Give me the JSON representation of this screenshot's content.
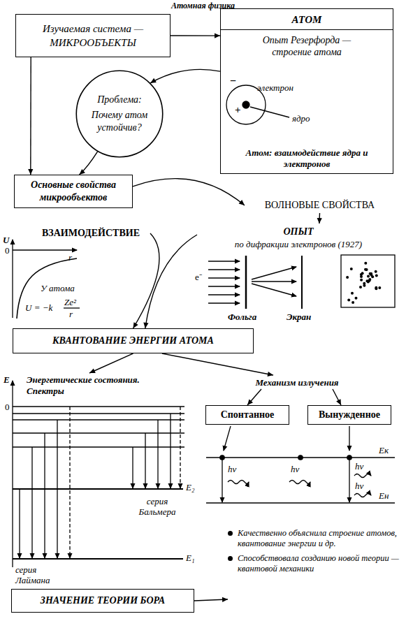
{
  "diagram": {
    "title": "Атомная физика",
    "nodes": [
      {
        "text": [
          "Изучаемая система — МИКРООБЪЕКТЫ"
        ]
      },
      {
        "text": [
          "АТОМ",
          "Опыт Резерфорда — строение атома",
          "Атом: взаимодействие ядра и электронов"
        ]
      },
      {
        "text": [
          "Проблема:",
          "Почему атом устойчив?"
        ]
      },
      {
        "text": [
          "Основные свойства микрообъектов"
        ]
      },
      {
        "text": [
          "ВОЛНОВЫЕ СВОЙСТВА"
        ]
      },
      {
        "text": [
          "ВЗАИМОДЕЙСТВИЕ"
        ]
      },
      {
        "text": [
          "ОПЫТ",
          "по дифракции электронов (1927)"
        ]
      },
      {
        "text": [
          "КВАНТОВАНИЕ ЭНЕРГИИ АТОМА"
        ]
      },
      {
        "text": [
          "Энергетические состояния. Спектры"
        ]
      },
      {
        "text": [
          "Механизм излучения"
        ]
      },
      {
        "text": [
          "Спонтанное"
        ]
      },
      {
        "text": [
          "Вынужденное"
        ]
      },
      {
        "text": [
          "ЗНАЧЕНИЕ ТЕОРИИ БОРА"
        ]
      },
      {
        "text": [
          "Качественно объяснила строение атомов, квантование энергии и др.",
          "Способствовала созданию новой теории — квантовой механики"
        ]
      }
    ],
    "edges": [
      {
        "from": 0,
        "to": 1,
        "arrow": "to"
      },
      {
        "from": 1,
        "to": 2,
        "arrow": "to"
      },
      {
        "from": 0,
        "to": 3,
        "arrow": "to"
      },
      {
        "from": 2,
        "to": 3,
        "arrow": "to"
      },
      {
        "from": 3,
        "to": 4,
        "arrow": "to"
      },
      {
        "from": 4,
        "to": 6,
        "arrow": "to"
      },
      {
        "from": 5,
        "to": 7,
        "arrow": "to"
      },
      {
        "from": 6,
        "to": 7,
        "arrow": "to"
      },
      {
        "from": 7,
        "to": 8,
        "arrow": "to"
      },
      {
        "from": 7,
        "to": 9,
        "arrow": "to"
      },
      {
        "from": 9,
        "to": 10,
        "arrow": "to"
      },
      {
        "from": 9,
        "to": 11,
        "arrow": "to"
      },
      {
        "from": 12,
        "to": 13,
        "arrow": "to"
      }
    ],
    "labels": [
      "−",
      "электрон",
      "+",
      "ядро",
      "U",
      "0",
      "r",
      "У атома",
      "U = −k",
      "Ze²",
      "r",
      "e⁻",
      "Фольга",
      "Экран",
      "E",
      "0",
      "серия Бальмера",
      "E₂",
      "серия Лаймана",
      "E₁",
      "Eк",
      "Eн",
      "hν",
      "hν",
      "hν",
      "hν"
    ]
  }
}
